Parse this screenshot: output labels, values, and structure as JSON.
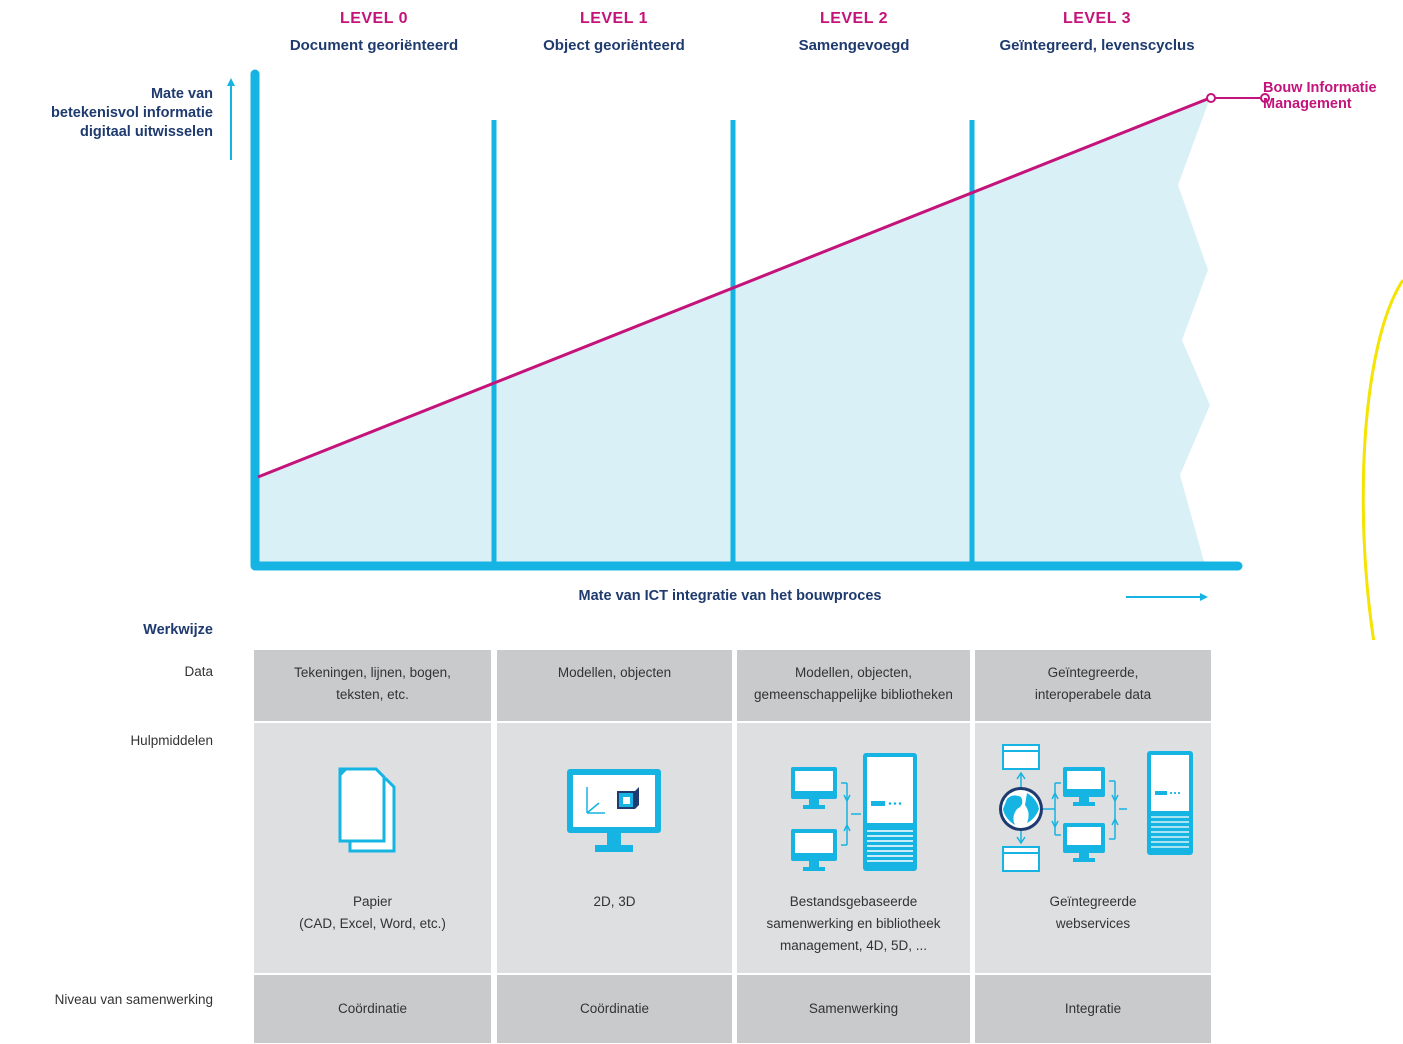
{
  "levels": [
    {
      "title": "LEVEL 0",
      "subtitle": "Document georiënteerd"
    },
    {
      "title": "LEVEL 1",
      "subtitle": "Object georiënteerd"
    },
    {
      "title": "LEVEL 2",
      "subtitle": "Samengevoegd"
    },
    {
      "title": "LEVEL 3",
      "subtitle": "Geïntegreerd, levenscyclus"
    }
  ],
  "y_axis_label": [
    "Mate van",
    "betekenisvol informatie",
    "digitaal uitwisselen"
  ],
  "x_axis_label": "Mate van ICT integratie van het bouwproces",
  "bim_label": [
    "Bouw Informatie",
    "Management"
  ],
  "werkwijze_label": "Werkwijze",
  "row_labels": {
    "data": "Data",
    "tools": "Hulpmiddelen",
    "niveau": "Niveau van samenwerking"
  },
  "data_row": [
    [
      "Tekeningen, lijnen, bogen,",
      "teksten, etc."
    ],
    [
      "Modellen, objecten"
    ],
    [
      "Modellen, objecten,",
      "gemeenschappelijke bibliotheken"
    ],
    [
      "Geïntegreerde,",
      "interoperabele data"
    ]
  ],
  "tools_row": [
    {
      "icon": "paper-documents-icon",
      "text": [
        "Papier",
        "(CAD, Excel, Word, etc.)"
      ]
    },
    {
      "icon": "monitor-3d-icon",
      "text": [
        "2D, 3D"
      ]
    },
    {
      "icon": "file-sharing-network-icon",
      "text": [
        "Bestandsgebaseerde",
        "samenwerking en bibliotheek",
        "management, 4D, 5D, ..."
      ]
    },
    {
      "icon": "webservices-globe-icon",
      "text": [
        "Geïntegreerde",
        "webservices"
      ]
    }
  ],
  "niveau_row": [
    "Coördinatie",
    "Coördinatie",
    "Samenwerking",
    "Integratie"
  ],
  "colors": {
    "accent_blue": "#16b4e2",
    "magenta": "#c4137a",
    "navy": "#1e3a6e",
    "area_fill": "#daf0f7",
    "yellow": "#f4e400"
  }
}
